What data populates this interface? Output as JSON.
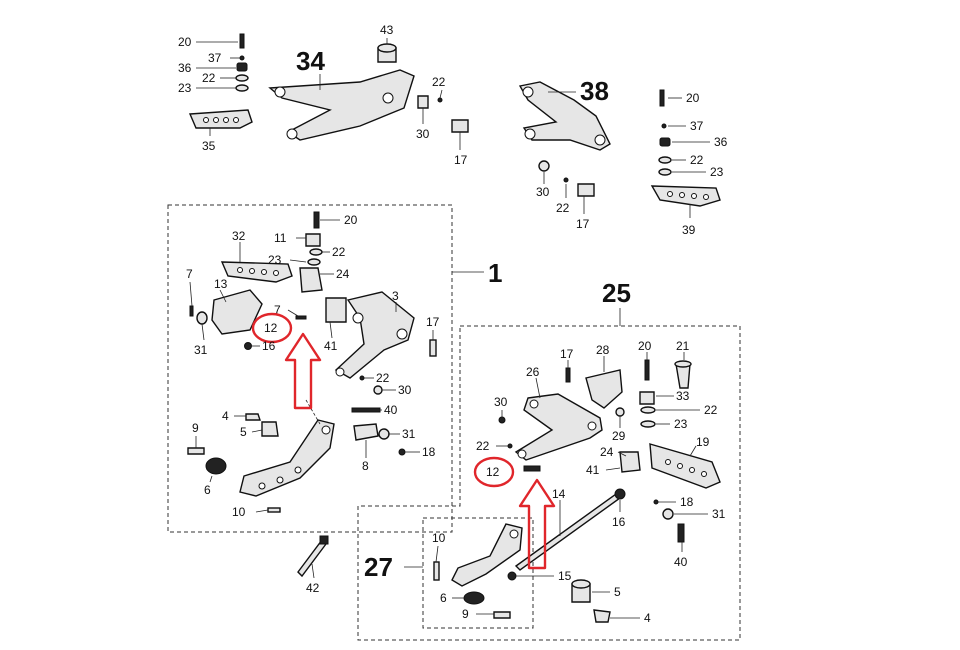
{
  "diagram": {
    "assemblies": [
      {
        "id": "a1",
        "label": "1"
      },
      {
        "id": "a25",
        "label": "25"
      },
      {
        "id": "a27",
        "label": "27"
      },
      {
        "id": "a34",
        "label": "34"
      },
      {
        "id": "a38",
        "label": "38"
      }
    ],
    "part_numbers": {
      "tl20": "20",
      "tl37": "37",
      "tl36": "36",
      "tl22": "22",
      "tl23": "23",
      "tl35": "35",
      "t43": "43",
      "t22b": "22",
      "t30a": "30",
      "t17a": "17",
      "tr20": "20",
      "tr37": "37",
      "tr36": "36",
      "tr22": "22",
      "tr23": "23",
      "tr39": "39",
      "t30b": "30",
      "t22c": "22",
      "t17b": "17",
      "b1_20": "20",
      "b1_11": "11",
      "b1_22": "22",
      "b1_32": "32",
      "b1_23": "23",
      "b1_24": "24",
      "b1_7a": "7",
      "b1_13": "13",
      "b1_7b": "7",
      "b1_12": "12",
      "b1_31": "31",
      "b1_16": "16",
      "b1_41": "41",
      "b1_3": "3",
      "b1_17": "17",
      "b1_22b": "22",
      "b1_30": "30",
      "b1_40": "40",
      "b1_31b": "31",
      "b1_8": "8",
      "b1_18": "18",
      "b1_4": "4",
      "b1_5": "5",
      "b1_9": "9",
      "b1_6": "6",
      "b1_10": "10",
      "s42": "42",
      "b25_17": "17",
      "b25_28": "28",
      "b25_20": "20",
      "b25_21": "21",
      "b25_26": "26",
      "b25_33": "33",
      "b25_22": "22",
      "b25_30": "30",
      "b25_29": "29",
      "b25_23": "23",
      "b25_22b": "22",
      "b25_12": "12",
      "b25_24": "24",
      "b25_19": "19",
      "b25_41": "41",
      "b25_14": "14",
      "b25_18": "18",
      "b25_16": "16",
      "b25_31": "31",
      "b25_40": "40",
      "b27_10": "10",
      "b27_15": "15",
      "b27_6": "6",
      "b27_9": "9",
      "b27_5": "5",
      "b27_4": "4"
    },
    "highlight_color": "#e0262b",
    "line_color": "#222222"
  }
}
